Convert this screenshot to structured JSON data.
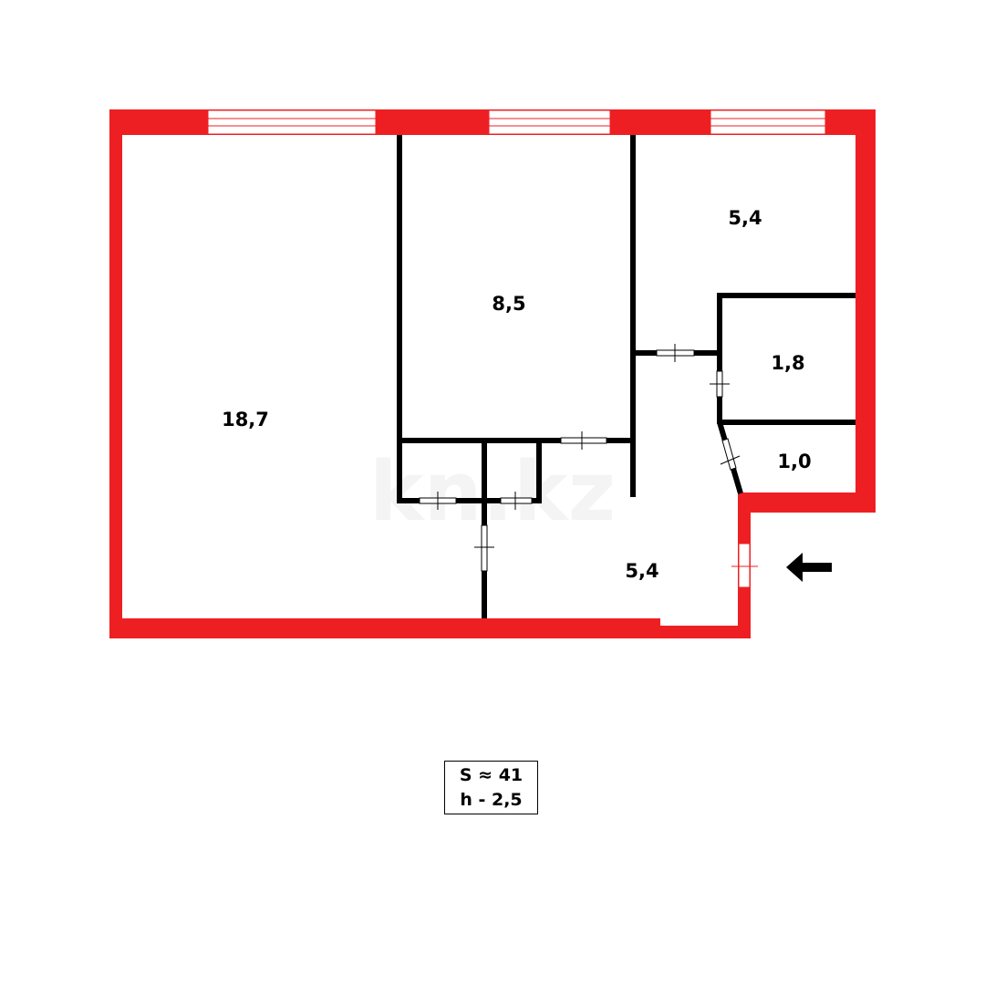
{
  "plan": {
    "rooms": [
      {
        "id": "living",
        "area": "18,7"
      },
      {
        "id": "bedroom",
        "area": "8,5"
      },
      {
        "id": "kitchen",
        "area": "5,4"
      },
      {
        "id": "bathroom",
        "area": "1,8"
      },
      {
        "id": "toilet",
        "area": "1,0"
      },
      {
        "id": "hall",
        "area": "5,4"
      }
    ],
    "entrance_arrow": "arrow-left-icon",
    "watermark": "kn.kz"
  },
  "legend": {
    "total_area": "S ≈ 41",
    "height": "h - 2,5"
  },
  "colors": {
    "exterior_wall": "#ee1f23",
    "interior_wall": "#000000"
  }
}
